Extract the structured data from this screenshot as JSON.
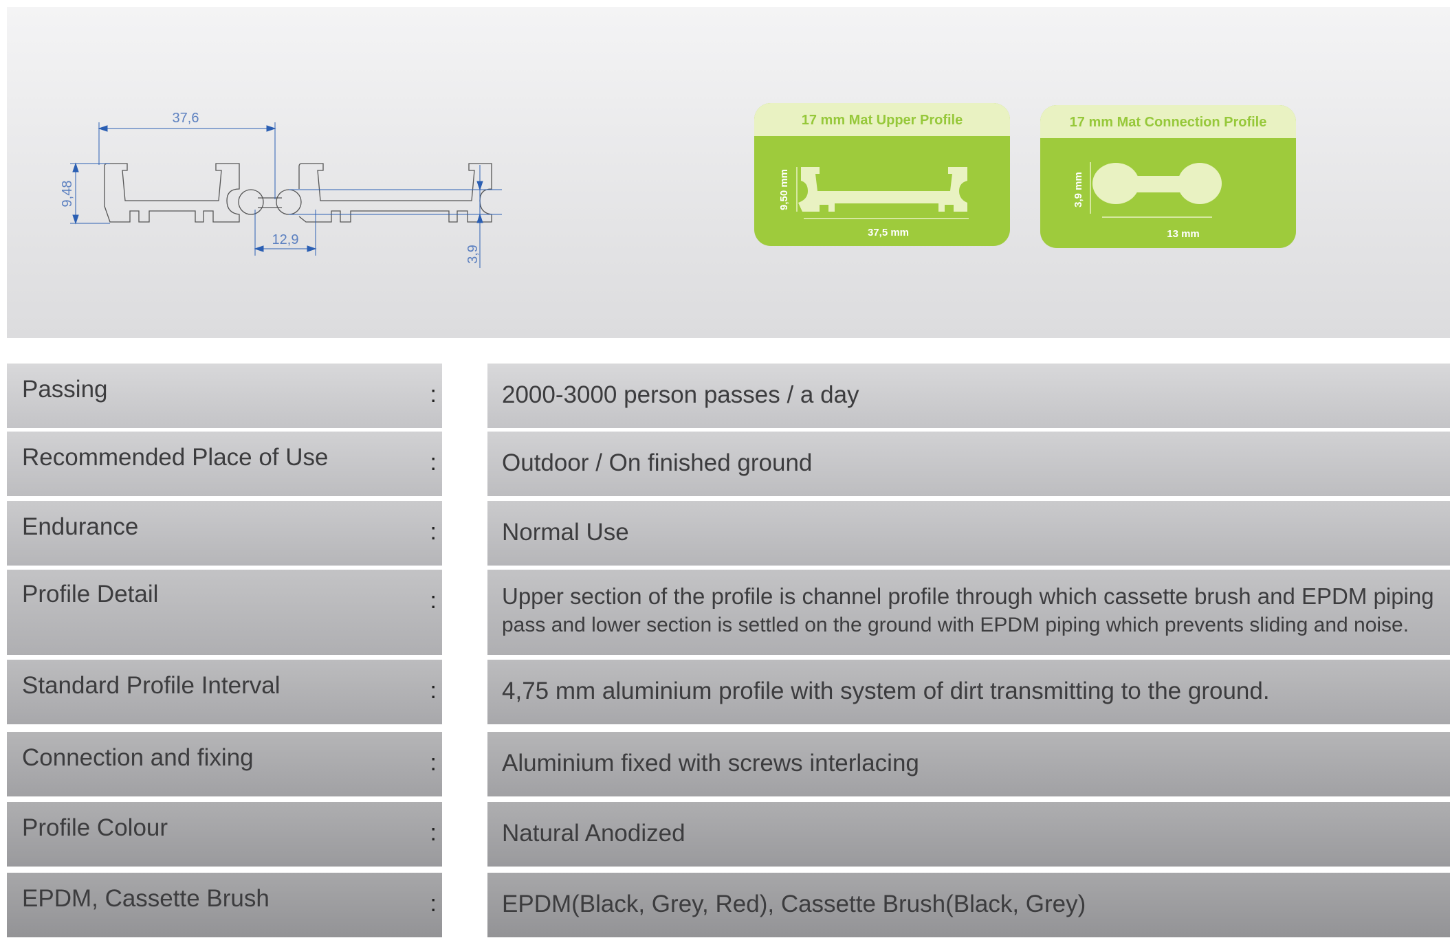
{
  "drawing": {
    "dim_width": "37,6",
    "dim_height": "9,48",
    "dim_connector": "12,9",
    "dim_connector_height": "3,9"
  },
  "cards": [
    {
      "title": "17 mm Mat Upper Profile",
      "height_label": "9,50 mm",
      "width_label": "37,5 mm"
    },
    {
      "title": "17 mm Mat Connection Profile",
      "height_label": "3,9 mm",
      "width_label": "13 mm"
    }
  ],
  "colors": {
    "green": "#9ecb3c",
    "green_light": "#e9f2c2",
    "dimension_blue": "#2b5fb3"
  },
  "specs": [
    {
      "label": "Passing",
      "value": "2000-3000 person passes / a day"
    },
    {
      "label": "Recommended Place of Use",
      "value": "Outdoor / On finished ground"
    },
    {
      "label": "Endurance",
      "value": "Normal Use"
    },
    {
      "label": "Profile Detail",
      "value": "Upper section of the profile is channel profile through which cassette brush and EPDM piping",
      "value2": "pass and lower section is settled on the ground with EPDM piping which prevents sliding and noise."
    },
    {
      "label": "Standard Profile Interval",
      "value": "4,75 mm aluminium profile with system of dirt transmitting to the ground."
    },
    {
      "label": "Connection and fixing",
      "value": "Aluminium fixed with screws interlacing"
    },
    {
      "label": "Profile Colour",
      "value": "Natural Anodized"
    },
    {
      "label": "EPDM, Cassette Brush",
      "value": "EPDM(Black, Grey, Red), Cassette Brush(Black, Grey)"
    }
  ],
  "colon": ":"
}
